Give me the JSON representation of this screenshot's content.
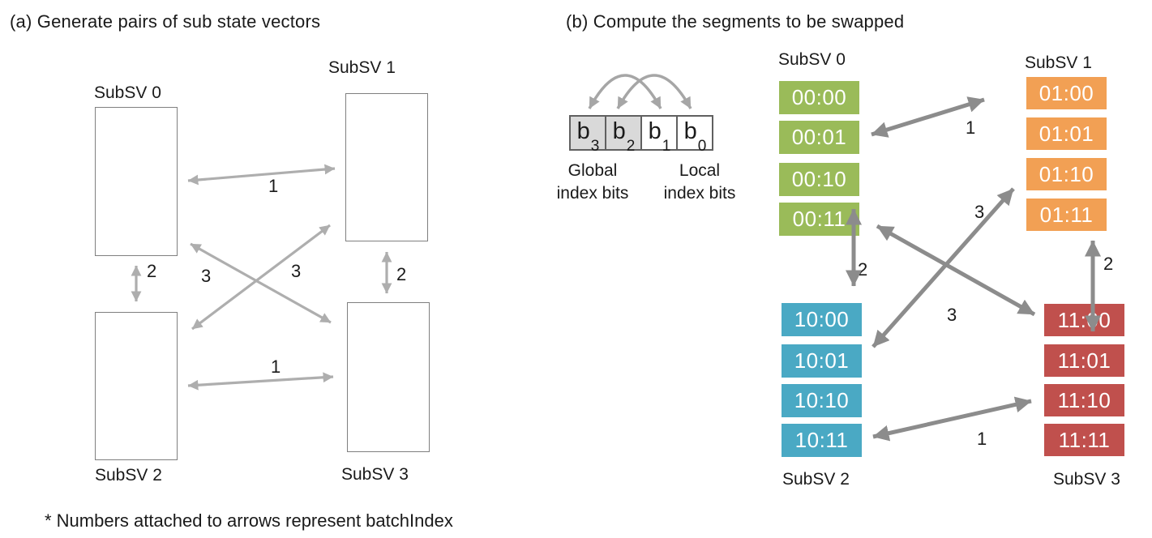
{
  "panel_a": {
    "title": "(a) Generate pairs of sub state vectors",
    "boxes": [
      {
        "label": "SubSV 0"
      },
      {
        "label": "SubSV 1"
      },
      {
        "label": "SubSV 2"
      },
      {
        "label": "SubSV 3"
      }
    ],
    "arrow_labels": {
      "pair01": "1",
      "pair23": "1",
      "pair02": "2",
      "pair13": "2",
      "pair03": "3",
      "pair12": "3"
    },
    "footnote": "* Numbers attached to arrows represent batchIndex"
  },
  "panel_b": {
    "title": "(b) Compute the segments to be swapped",
    "bit_diagram": {
      "cells": [
        {
          "base": "b",
          "sub": "3"
        },
        {
          "base": "b",
          "sub": "2"
        },
        {
          "base": "b",
          "sub": "1"
        },
        {
          "base": "b",
          "sub": "0"
        }
      ],
      "global_label_line1": "Global",
      "global_label_line2": "index bits",
      "local_label_line1": "Local",
      "local_label_line2": "index bits"
    },
    "columns": [
      {
        "label": "SubSV 0",
        "segments": [
          "00:00",
          "00:01",
          "00:10",
          "00:11"
        ]
      },
      {
        "label": "SubSV 1",
        "segments": [
          "01:00",
          "01:01",
          "01:10",
          "01:11"
        ]
      },
      {
        "label": "SubSV 2",
        "segments": [
          "10:00",
          "10:01",
          "10:10",
          "10:11"
        ]
      },
      {
        "label": "SubSV 3",
        "segments": [
          "11:00",
          "11:01",
          "11:10",
          "11:11"
        ]
      }
    ],
    "arrow_labels": {
      "one_top": "1",
      "two_left": "2",
      "two_right": "2",
      "three_upper": "3",
      "three_lower": "3",
      "one_bottom": "1"
    }
  },
  "colors": {
    "segment_green": "#9abb59",
    "segment_orange": "#f2a054",
    "segment_blue": "#4aa9c4",
    "segment_red": "#c0504d",
    "bitcell_gray": "#d9d9d9",
    "panel_a_arrow": "#aeaeae",
    "panel_b_arrow": "#8c8c8c",
    "bit_arc_arrow": "#a6a6a6"
  }
}
